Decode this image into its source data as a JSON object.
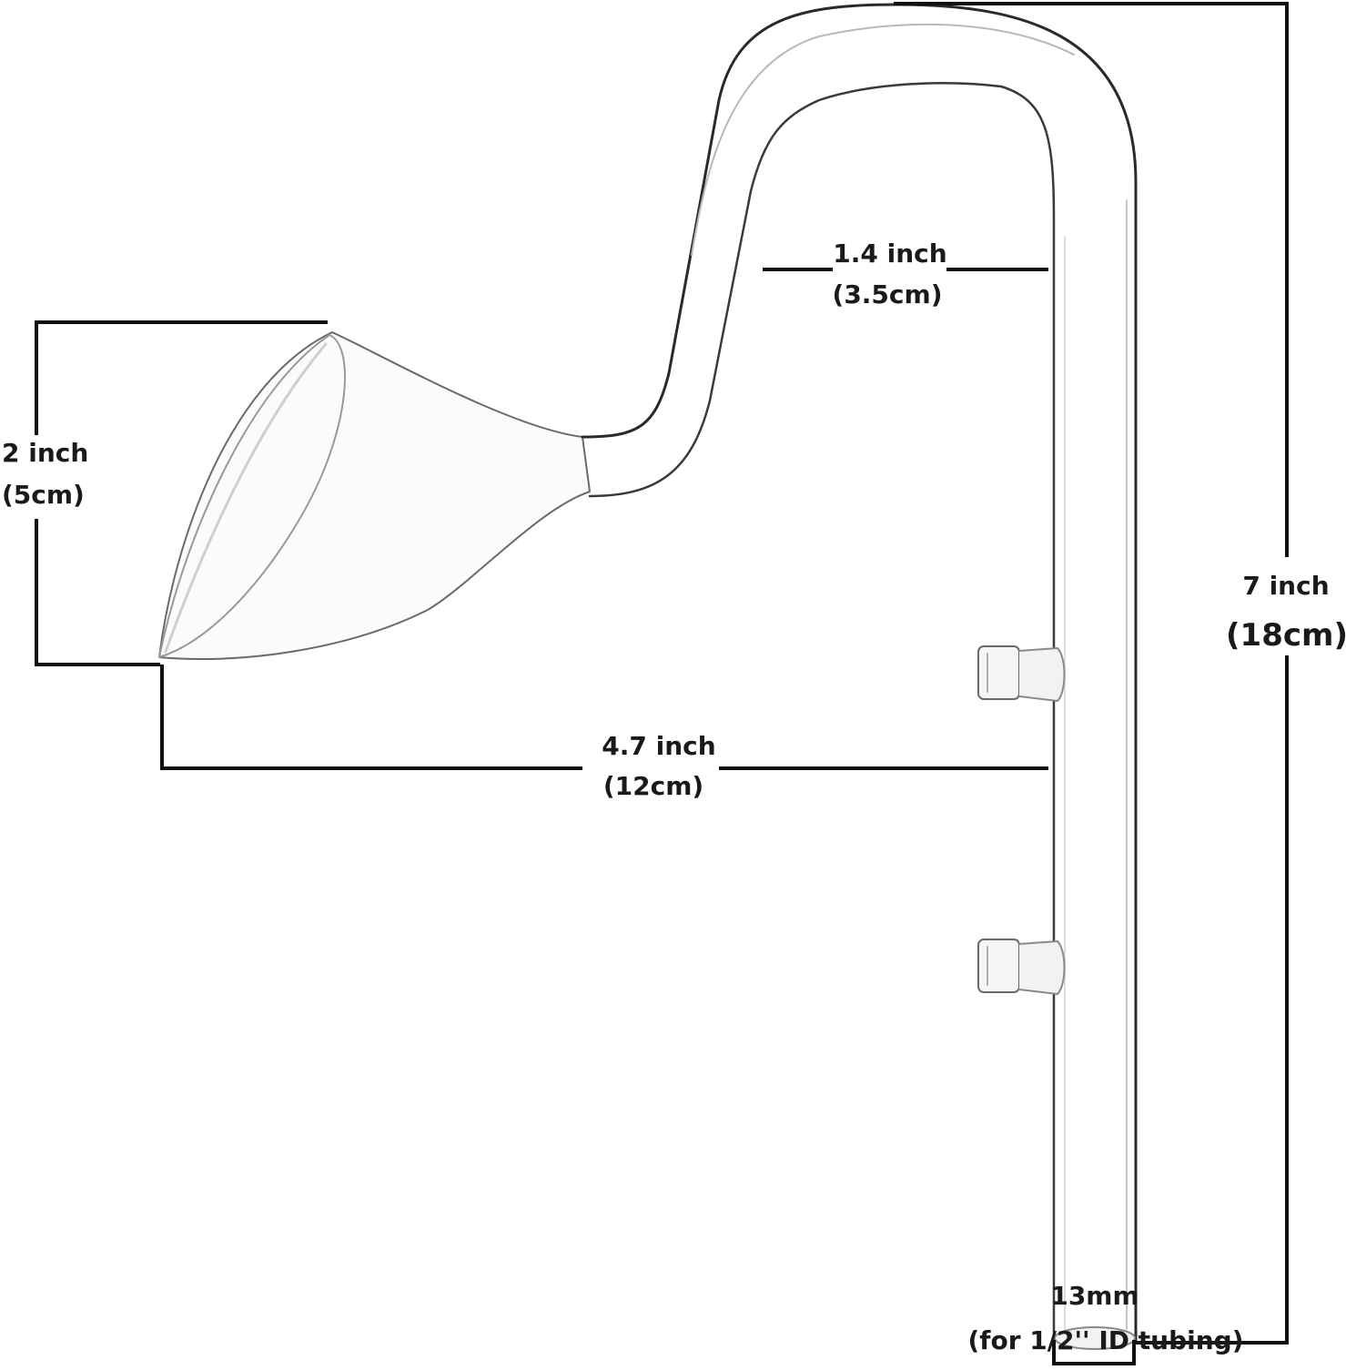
{
  "dimensions": {
    "top_gap": {
      "value": "1.4 inch",
      "metric": "(3.5cm)"
    },
    "funnel_diameter": {
      "value": "2 inch",
      "metric": "(5cm)"
    },
    "total_height": {
      "value": "7 inch",
      "metric": "(18cm)"
    },
    "horizontal_reach": {
      "value": "4.7 inch",
      "metric": "(12cm)"
    },
    "tube_diameter": {
      "value": "13mm",
      "note": "(for 1/2'' ID tubing)"
    }
  },
  "colors": {
    "dimension_line": "#111111",
    "glass_outline": "#3a3a3a",
    "glass_highlight": "#9a9a9a"
  }
}
